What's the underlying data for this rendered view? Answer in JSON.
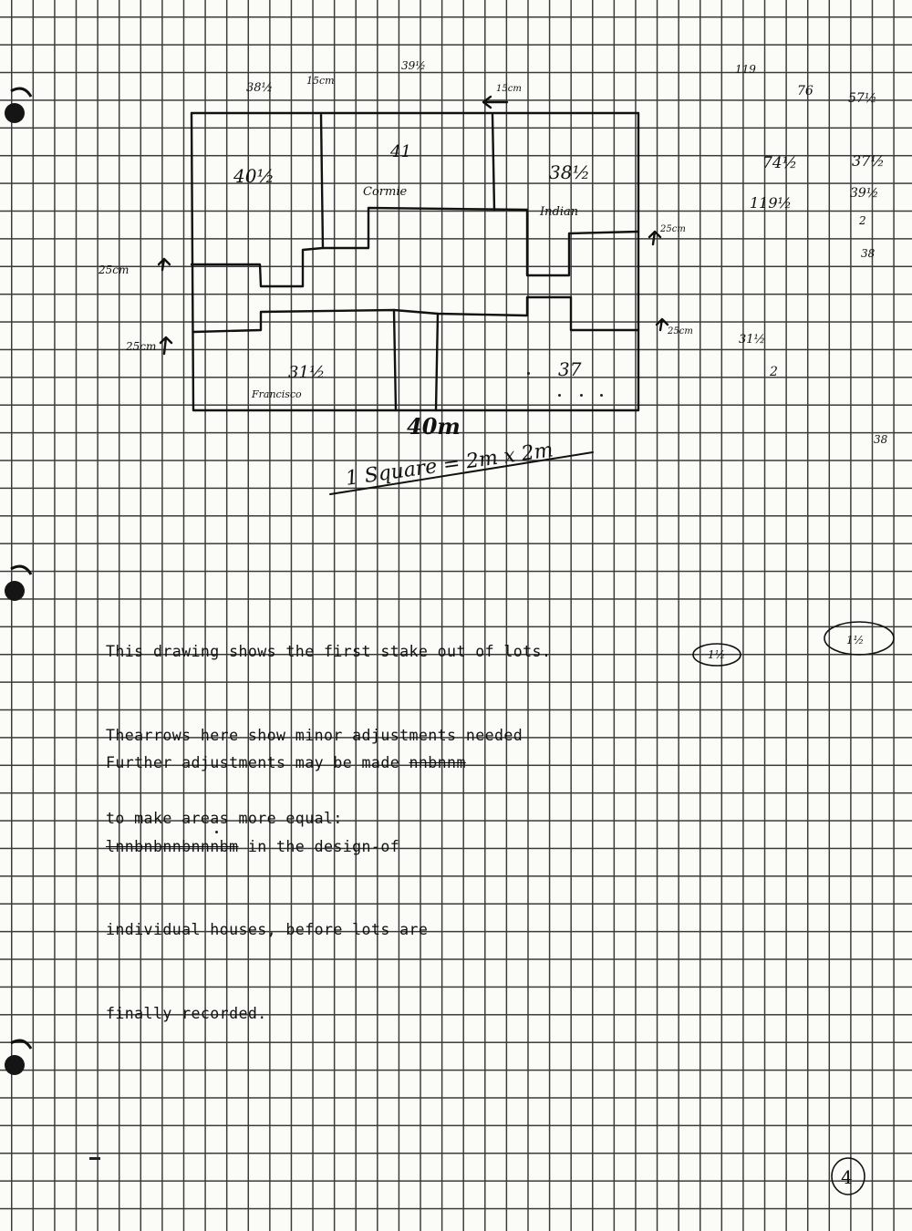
{
  "typed_text": {
    "paragraph1": [
      "This drawing shows the first stake out of lots.",
      "Thearrows here show minor adjustments needed",
      "to make areas more equal:"
    ],
    "paragraph2_line1_a": "Further adjustments may be made ",
    "paragraph2_line1_struck": "nnbnnm",
    "paragraph2_line2_struck": "lnnbnbnnbnnnbm",
    "paragraph2_line2_b": " in the design-of",
    "paragraph2_rest": [
      "individual houses, before lots are",
      "finally recorded."
    ]
  },
  "sketch_labels": {
    "lot_a_area": "40½",
    "lot_b_area": "41",
    "lot_c_area": "38½",
    "lot_d_area": "31½",
    "lot_e_area": "37",
    "width_label": "40m",
    "scale_note": "1 Square = 2m x 2m",
    "arrow_label_1": "25cm",
    "arrow_label_2": "25cm",
    "arrow_label_3": "25cm",
    "arrow_label_4": "25cm",
    "top_label_1": "38½",
    "top_label_2": "15cm",
    "top_label_3": "39½",
    "top_label_4": "15cm",
    "name_b": "Cormie",
    "name_c": "Indian",
    "name_d": "Francisco"
  },
  "margin_notes": {
    "n1": "119",
    "n2": "76",
    "n3": "37½",
    "n4": "74½",
    "n5": "119½",
    "n6": "39½",
    "n7": "2",
    "n8": "38",
    "n9": "31½",
    "n10": "2",
    "n11": "57½",
    "n12": "38",
    "n13": "1½",
    "n14": "1½",
    "page_number": "4"
  },
  "colors": {
    "paper": "#fbfbf8",
    "grid": "#3a3a3a",
    "ink": "#111111"
  }
}
